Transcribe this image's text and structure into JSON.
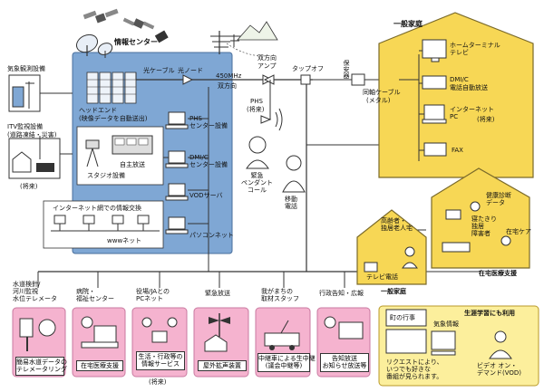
{
  "colors": {
    "center_blue": "#7fa7d4",
    "panel_pink": "#f5b3cf",
    "house_yellow": "#f7d755",
    "service_yellow": "#fcef9c",
    "line_dark": "#333333"
  },
  "center": {
    "title": "情報センター",
    "headend_line1": "ヘッドエンド",
    "headend_line2": "(映像データを自動送出)",
    "phs_equip": "PHS\nセンター設備",
    "dmi_equip": "DMI/C\nセンター設備",
    "vod_server": "VODサーバ",
    "pc_net": "パソコンネット",
    "studio": "スタジオ設備",
    "self_broadcast": "自主放送",
    "internet_exchange": "インターネット網での情報交換",
    "www_net": "wwwネット"
  },
  "left_side": {
    "weather": "気象観測設備",
    "itv_line1": "ITV監視設備",
    "itv_line2": "(道路凍結・災害)",
    "future": "(将来)"
  },
  "network": {
    "optical_cable": "光ケーブル",
    "optical_node": "光ノード",
    "freq": "450MHz",
    "bidirectional": "双方向",
    "bidir_amp_line1": "双方向",
    "bidir_amp_line2": "アンプ",
    "tap_off": "タップオフ",
    "protector": "保安器",
    "coax_line1": "同軸ケーブル",
    "coax_line2": "(メタル)",
    "phs_line1": "PHS",
    "phs_line2": "(将来)",
    "emergency": "緊急\nペンダント\nコール",
    "mobile": "移動\n電話"
  },
  "home": {
    "title": "一般家庭",
    "home_terminal": "ホームターミナル\nテレビ",
    "dmi": "DMI/C",
    "dmi_sub": "電話自動放送",
    "internet_pc": "インターネット\nPC",
    "future": "(将来)",
    "fax": "FAX"
  },
  "care": {
    "elderly": "高齢者・\n独居老人宅",
    "tv_phone": "テレビ電話",
    "health_data": "健康診断\nデータ",
    "bedridden": "寝たきり\n独居\n障害者",
    "home_care": "在宅ケア",
    "home_care_support": "在宅医療支援",
    "ippan_katei": "一般家庭"
  },
  "services": [
    {
      "top": "水道検針/\n河川監視\n水位テレメータ",
      "caption": "簡易水道データの\nテレメータリング",
      "future": ""
    },
    {
      "top": "病院・\n福祉センター",
      "caption": "在宅医療支援",
      "future": ""
    },
    {
      "top": "役場/JAとの\nPCネット",
      "caption": "生活・行政等の\n情報サービス",
      "future": "(将来)"
    },
    {
      "top": "緊急放送",
      "caption": "屋外拡声装置",
      "future": ""
    },
    {
      "top": "我がまちの\n取材スタッフ",
      "caption": "中継車による生中継\n(議会中継等)",
      "future": ""
    },
    {
      "top": "行政告知・広報",
      "caption": "告知放送\nお知らせ放送等",
      "future": ""
    }
  ],
  "lifelong": {
    "title": "生涯学習にも利用",
    "today_events": "町の行事",
    "weather_info": "気象情報",
    "desc": "リクエストにより、\nいつでも好きな\n番組が見られます。",
    "vod": "ビデオ オン・\nデマンド(VOD)"
  }
}
